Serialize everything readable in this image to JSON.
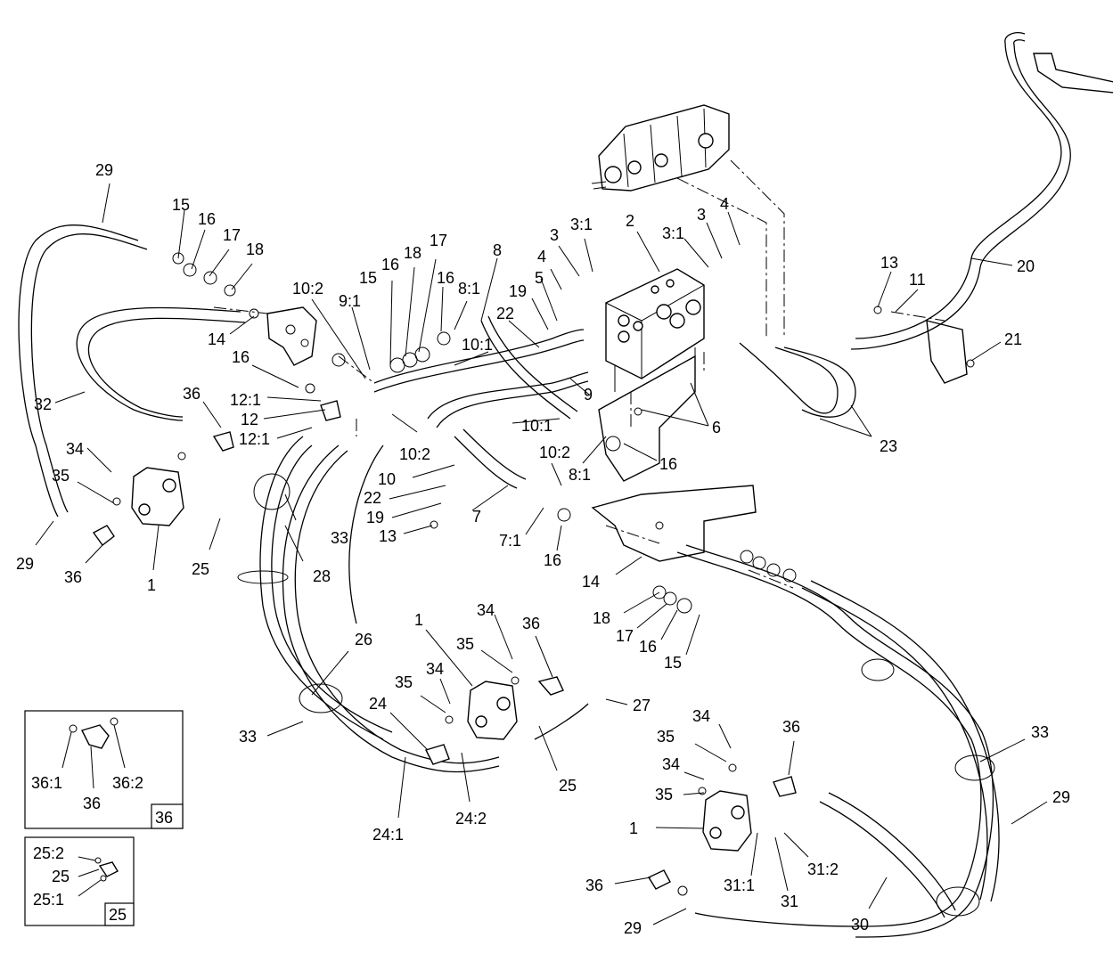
{
  "callouts": {
    "c29a": "29",
    "c15a": "15",
    "c16a": "16",
    "c17a": "17",
    "c18a": "18",
    "c14a": "14",
    "c16b": "16",
    "c32": "32",
    "c36a": "36",
    "c12_1a": "12:1",
    "c12": "12",
    "c12_1b": "12:1",
    "c34a": "34",
    "c35a": "35",
    "c29b": "29",
    "c36b": "36",
    "c1a": "1",
    "c25a": "25",
    "c10_2a": "10:2",
    "c9_1": "9:1",
    "c15b": "15",
    "c16c": "16",
    "c18b": "18",
    "c17b": "17",
    "c16d": "16",
    "c8_1a": "8:1",
    "c8": "8",
    "c19a": "19",
    "c5": "5",
    "c22a": "22",
    "c10_1a": "10:1",
    "c10_1b": "10:1",
    "c9": "9",
    "c10_2b": "10:2",
    "c10": "10",
    "c22b": "22",
    "c19b": "19",
    "c13a": "13",
    "c7": "7",
    "c10_2c": "10:2",
    "c8_1b": "8:1",
    "c7_1": "7:1",
    "c16e": "16",
    "c16f": "16",
    "c4a": "4",
    "c3a": "3",
    "c3_1a": "3:1",
    "c2": "2",
    "c3_1b": "3:1",
    "c3b": "3",
    "c4b": "4",
    "c6": "6",
    "c23": "23",
    "c13b": "13",
    "c11": "11",
    "c20": "20",
    "c21": "21",
    "c33a": "33",
    "c28": "28",
    "c14b": "14",
    "c18c": "18",
    "c17c": "17",
    "c16g": "16",
    "c15c": "15",
    "c26": "26",
    "c1b": "1",
    "c34b": "34",
    "c35b": "35",
    "c36c": "36",
    "c34c": "34",
    "c35c": "35",
    "c24": "24",
    "c27": "27",
    "c33b": "33",
    "c25b": "25",
    "c24_1": "24:1",
    "c24_2": "24:2",
    "c34d": "34",
    "c35d": "35",
    "c36d": "36",
    "c34e": "34",
    "c35e": "35",
    "c33c": "33",
    "c29c": "29",
    "c1c": "1",
    "c31_1": "31:1",
    "c31": "31",
    "c31_2": "31:2",
    "c36e": "36",
    "c30": "30",
    "c29d": "29"
  },
  "inset_36": {
    "label_36_1": "36:1",
    "label_36": "36",
    "label_36_2": "36:2",
    "tag": "36"
  },
  "inset_25": {
    "label_25_2": "25:2",
    "label_25": "25",
    "label_25_1": "25:1",
    "tag": "25"
  }
}
